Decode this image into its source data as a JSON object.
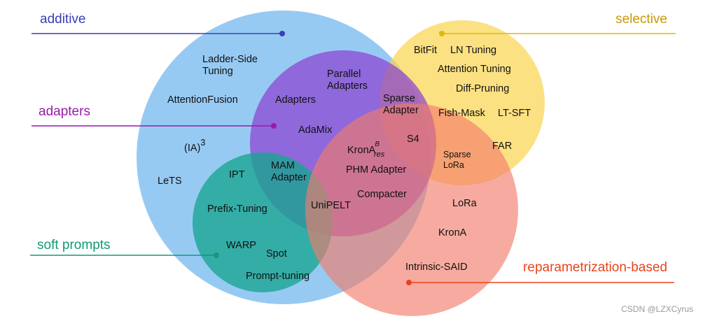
{
  "categories": {
    "additive": {
      "label": "additive",
      "color": "#3a3fb5",
      "fill": "#6fb5ee"
    },
    "selective": {
      "label": "selective",
      "color": "#c99a00",
      "fill": "#fbd44d"
    },
    "adapters": {
      "label": "adapters",
      "color": "#9a1aaa",
      "fill": "#8b3fd0"
    },
    "soft_prompts": {
      "label": "soft prompts",
      "color": "#109a7a",
      "fill": "#18a58f"
    },
    "reparam": {
      "label": "reparametrization-based",
      "color": "#e8441c",
      "fill": "#f37c6a"
    }
  },
  "methods": {
    "ladder_side_1": "Ladder-Side",
    "ladder_side_2": "Tuning",
    "attention_fusion": "AttentionFusion",
    "ia3_base": "(IA)",
    "ia3_sup": "3",
    "lets": "LeTS",
    "parallel_1": "Parallel",
    "parallel_2": "Adapters",
    "adapters": "Adapters",
    "adamix": "AdaMix",
    "sparse_adapter_1": "Sparse",
    "sparse_adapter_2": "Adapter",
    "s4": "S4",
    "krona_res_base": "KronA",
    "krona_res_sup": "B",
    "krona_res_sub": "res",
    "phm_adapter": "PHM Adapter",
    "compacter": "Compacter",
    "mam_1": "MAM",
    "mam_2": "Adapter",
    "ipt": "IPT",
    "unipelt": "UniPELT",
    "prefix_tuning": "Prefix-Tuning",
    "warp": "WARP",
    "spot": "Spot",
    "prompt_tuning": "Prompt-tuning",
    "bitfit": "BitFit",
    "ln_tuning": "LN Tuning",
    "attention_tuning": "Attention Tuning",
    "diff_pruning": "Diff-Pruning",
    "fish_mask": "Fish-Mask",
    "lt_sft": "LT-SFT",
    "far": "FAR",
    "sparse_lora_1": "Sparse",
    "sparse_lora_2": "LoRa",
    "lora": "LoRa",
    "krona": "KronA",
    "intrinsic_said": "Intrinsic-SAID"
  },
  "watermark": "CSDN @LZXCyrus"
}
